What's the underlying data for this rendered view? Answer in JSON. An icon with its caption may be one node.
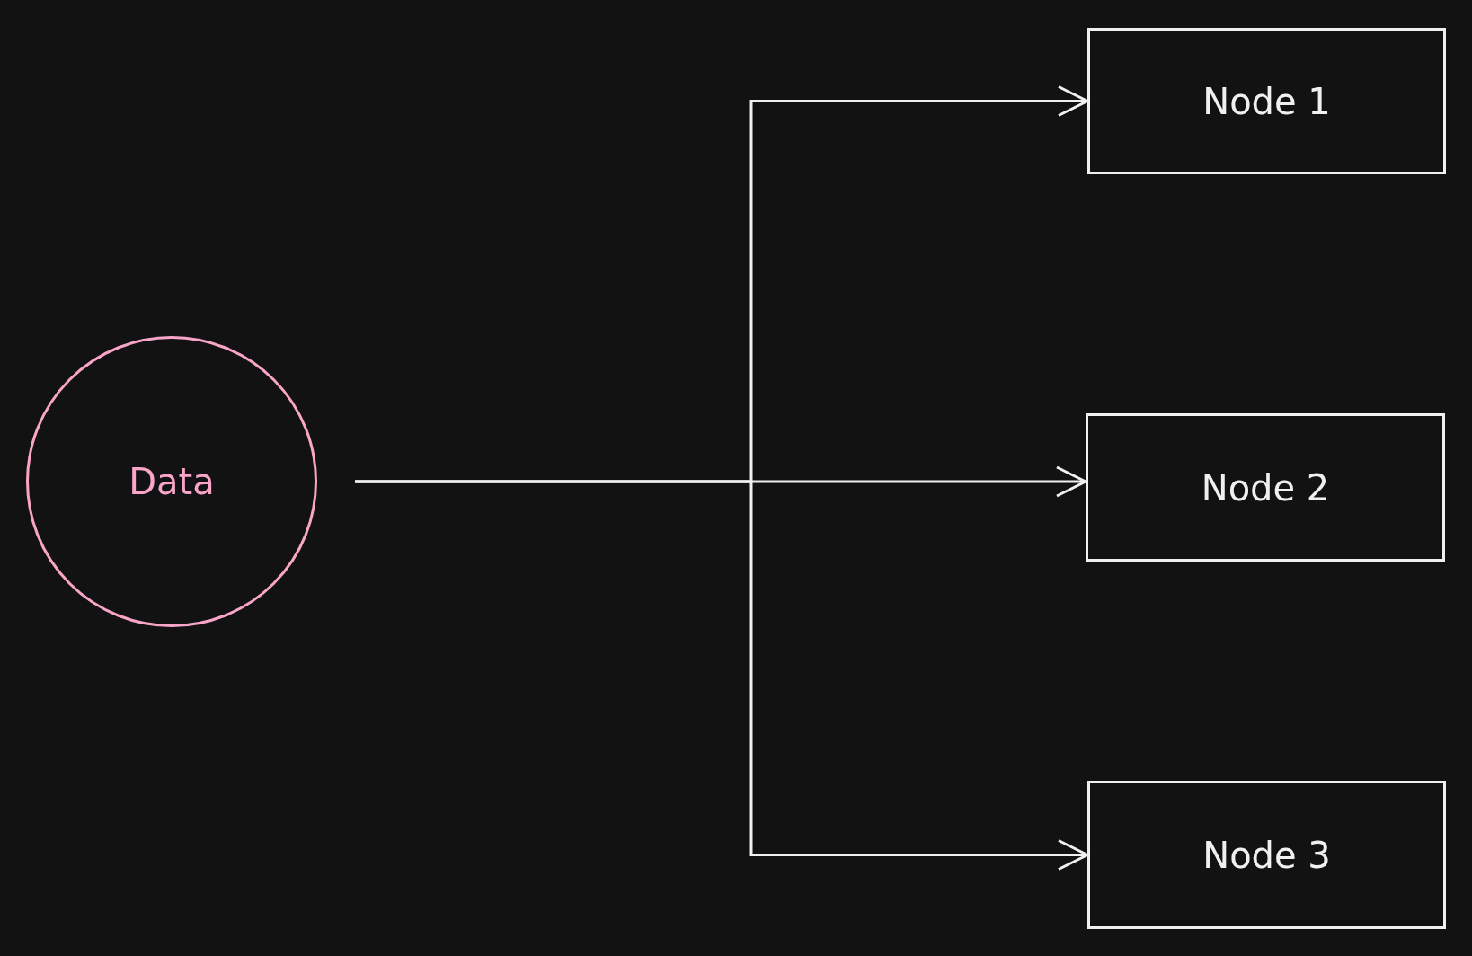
{
  "diagram": {
    "nodes": [
      {
        "text": [
          "Data"
        ]
      },
      {
        "text": [
          "Node 1"
        ]
      },
      {
        "text": [
          "Node 2"
        ]
      },
      {
        "text": [
          "Node 3"
        ]
      }
    ],
    "edges": [
      {
        "from": 0,
        "to": 1,
        "arrow": "to"
      },
      {
        "from": 0,
        "to": 2,
        "arrow": "to"
      },
      {
        "from": 0,
        "to": 3,
        "arrow": "to"
      }
    ]
  }
}
